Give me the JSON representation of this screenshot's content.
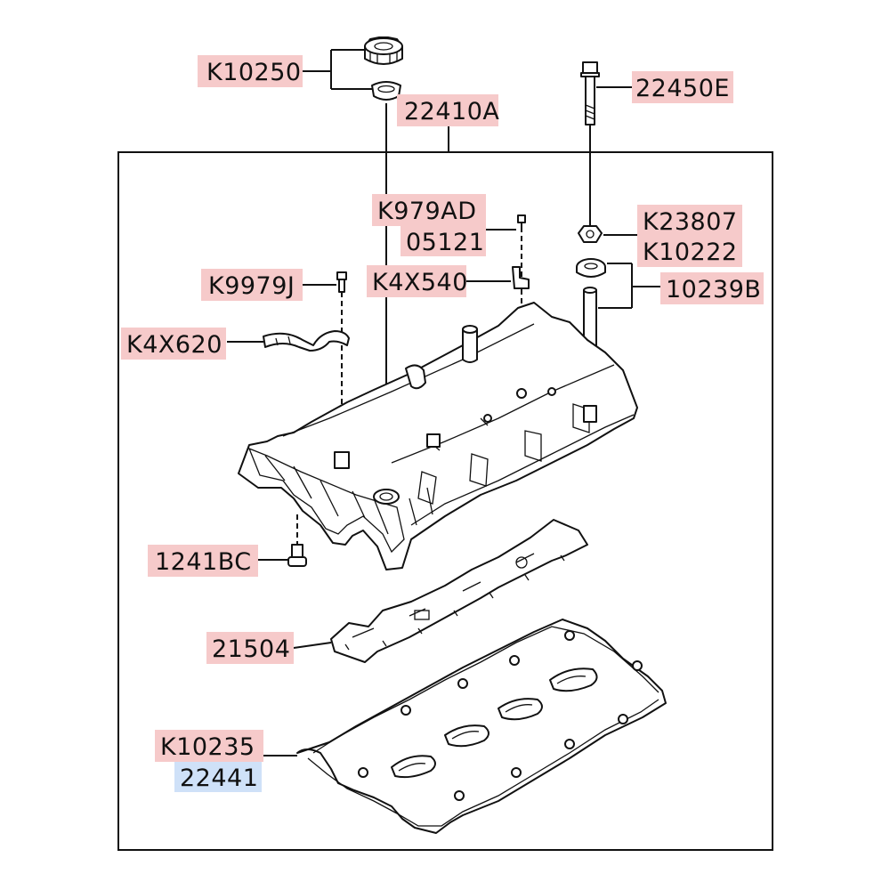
{
  "diagram": {
    "labels": [
      {
        "id": "k10250",
        "text": "K10250",
        "highlight": "#f6caca"
      },
      {
        "id": "22410a",
        "text": "22410A",
        "highlight": "#f6caca"
      },
      {
        "id": "22450e",
        "text": "22450E",
        "highlight": "#f6caca"
      },
      {
        "id": "k979ad",
        "text": "K979AD",
        "highlight": "#f6caca"
      },
      {
        "id": "05121",
        "text": "05121",
        "highlight": "#f6caca"
      },
      {
        "id": "k23807",
        "text": "K23807",
        "highlight": "#f6caca"
      },
      {
        "id": "k10222",
        "text": "K10222",
        "highlight": "#f6caca"
      },
      {
        "id": "k9979j",
        "text": "K9979J",
        "highlight": "#f6caca"
      },
      {
        "id": "k4x540",
        "text": "K4X540",
        "highlight": "#f6caca"
      },
      {
        "id": "10239b",
        "text": "10239B",
        "highlight": "#f6caca"
      },
      {
        "id": "k4x620",
        "text": "K4X620",
        "highlight": "#f6caca"
      },
      {
        "id": "1241bc",
        "text": "1241BC",
        "highlight": "#f6caca"
      },
      {
        "id": "21504",
        "text": "21504",
        "highlight": "#f6caca"
      },
      {
        "id": "k10235",
        "text": "K10235",
        "highlight": "#f6caca"
      },
      {
        "id": "22441",
        "text": "22441",
        "highlight": "#cfe1f8"
      }
    ]
  }
}
